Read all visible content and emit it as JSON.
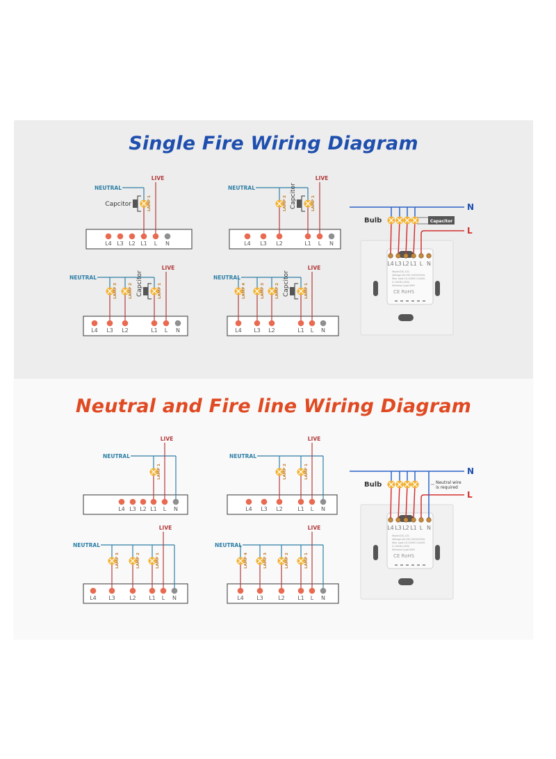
{
  "sections": [
    {
      "title": "Single Fire Wiring Diagram",
      "title_color": "#1f4fae",
      "background": "#ededed",
      "diagrams": [
        {
          "gang": 1,
          "neutral_label": "NEUTRAL",
          "live_label": "LIVE",
          "capacitor_label": "Capcitor",
          "lamps": [
            "LAMP 1"
          ],
          "terminals": [
            "L4",
            "L3",
            "L2",
            "L1",
            "L",
            "N"
          ]
        },
        {
          "gang": 2,
          "neutral_label": "NEUTRAL",
          "live_label": "LIVE",
          "capacitor_label": "Capcitor",
          "lamps": [
            "LAMP 2",
            "LAMP 1"
          ],
          "terminals": [
            "L4",
            "L3",
            "L2",
            "L1",
            "L",
            "N"
          ]
        },
        {
          "gang": 3,
          "neutral_label": "NEUTRAL",
          "live_label": "LIVE",
          "capacitor_label": "Capcitor",
          "lamps": [
            "LAMP 3",
            "LAMP 2",
            "LAMP 1"
          ],
          "terminals": [
            "L4",
            "L3",
            "L2",
            "L1",
            "L",
            "N"
          ]
        },
        {
          "gang": 4,
          "neutral_label": "NEUTRAL",
          "live_label": "LIVE",
          "capacitor_label": "Capcitor",
          "lamps": [
            "LAMP 4",
            "LAMP 3",
            "LAMP 2",
            "LAMP 1"
          ],
          "terminals": [
            "L4",
            "L3",
            "L2",
            "L1",
            "L",
            "N"
          ]
        }
      ],
      "device": {
        "n_label": "N",
        "l_label": "L",
        "bulb_label": "Bulb",
        "capacitor_label": "Capacitor",
        "terminals": [
          "L4",
          "L3",
          "L2",
          "L1",
          "L",
          "N"
        ],
        "spec_lines": [
          "Model:DS-101",
          "Voltage:AC100-240V/50Hz",
          "Max load:10-200W /1A/NG",
          "5-100W (LED)",
          "Wireless type:WIFI"
        ],
        "cert_text": "CE RoHS"
      }
    },
    {
      "title": "Neutral and Fire line Wiring Diagram",
      "title_color": "#e04a22",
      "background": "#f9f9f9",
      "diagrams": [
        {
          "gang": 1,
          "neutral_label": "NEUTRAL",
          "live_label": "LIVE",
          "lamps": [
            "LAMP 1"
          ],
          "terminals": [
            "L4",
            "L3",
            "L2",
            "L1",
            "L",
            "N"
          ]
        },
        {
          "gang": 2,
          "neutral_label": "NEUTRAL",
          "live_label": "LIVE",
          "lamps": [
            "LAMP 2",
            "LAMP 1"
          ],
          "terminals": [
            "L4",
            "L3",
            "L2",
            "L1",
            "L",
            "N"
          ]
        },
        {
          "gang": 3,
          "neutral_label": "NEUTRAL",
          "live_label": "LIVE",
          "lamps": [
            "LAMP 3",
            "LAMP 2",
            "LAMP 1"
          ],
          "terminals": [
            "L4",
            "L3",
            "L2",
            "L1",
            "L",
            "N"
          ]
        },
        {
          "gang": 4,
          "neutral_label": "NEUTRAL",
          "live_label": "LIVE",
          "lamps": [
            "LAMP 4",
            "LAMP 3",
            "LAMP 2",
            "LAMP 1"
          ],
          "terminals": [
            "L4",
            "L3",
            "L2",
            "L1",
            "L",
            "N"
          ]
        }
      ],
      "device": {
        "n_label": "N",
        "l_label": "L",
        "bulb_label": "Bulb",
        "note_line1": "Neutral wire",
        "note_line2": "is required",
        "terminals": [
          "L4",
          "L3",
          "L2",
          "L1",
          "L",
          "N"
        ],
        "spec_lines": [
          "Model:DS-101",
          "Voltage:AC100-240V/50Hz",
          "Max load:10-200W /1A/NG",
          "5-100W (LED)",
          "Wireless type:WIFI"
        ],
        "cert_text": "CE RoHS"
      }
    }
  ],
  "colors": {
    "neutral_wire": "#2e7fa6",
    "live_wire": "#b23a3a",
    "terminal": "#e86a50",
    "terminal_n": "#8f8f8f",
    "lamp": "#f2b233",
    "device_n_wire": "#2a62c8",
    "device_l_wire": "#d23030"
  }
}
